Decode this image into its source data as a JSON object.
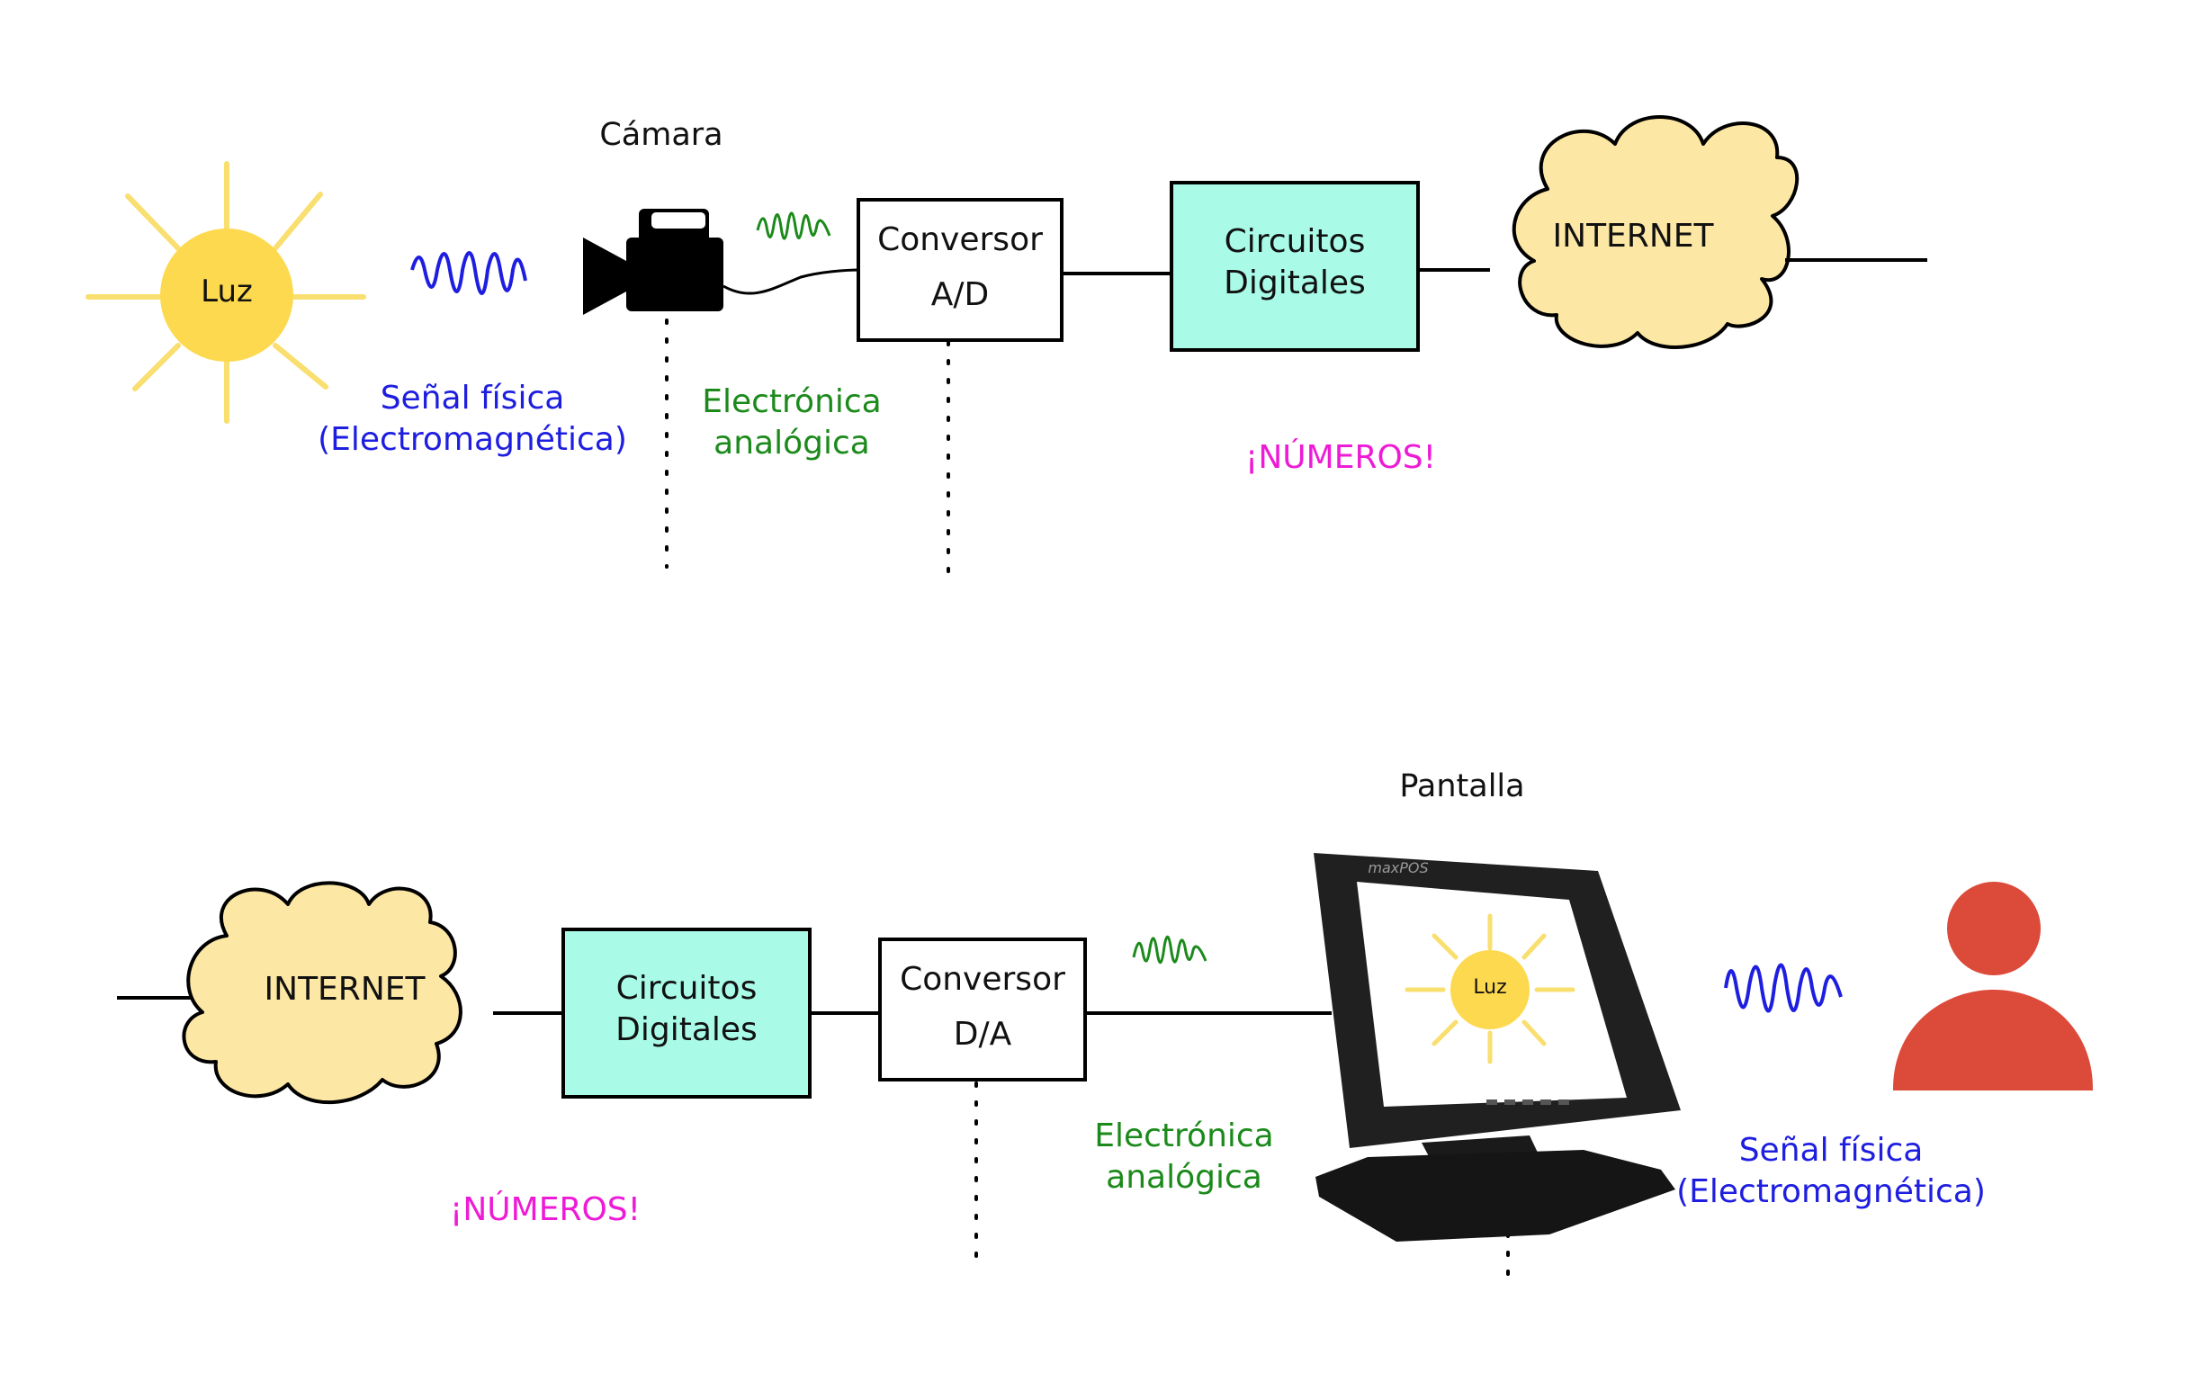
{
  "top_row": {
    "sun_label": "Luz",
    "camera_label": "Cámara",
    "signal_label": [
      "Señal física",
      "(Electromagnética)"
    ],
    "analog_label": [
      "Electrónica",
      "analógica"
    ],
    "converter_label": [
      "Conversor",
      "A/D"
    ],
    "digital_label": [
      "Circuitos",
      "Digitales"
    ],
    "numbers_label": "¡NÚMEROS!",
    "internet_label": "INTERNET"
  },
  "bottom_row": {
    "internet_label": "INTERNET",
    "digital_label": [
      "Circuitos",
      "Digitales"
    ],
    "converter_label": [
      "Conversor",
      "D/A"
    ],
    "numbers_label": "¡NÚMEROS!",
    "analog_label": [
      "Electrónica",
      "analógica"
    ],
    "display_label": "Pantalla",
    "monitor_brand": "maxPOS",
    "screen_sun_label": "Luz",
    "signal_label": [
      "Señal física",
      "(Electromagnética)"
    ]
  },
  "colors": {
    "sun": "#fdd94f",
    "sun_rays": "#f9df6f",
    "cloud": "#fde7a4",
    "digital_box": "#a9fbe8",
    "physical_signal": "#1e1ee0",
    "analog_signal": "#1b8a1b",
    "numbers": "#ee1bd6",
    "person": "#dc4a3a"
  },
  "icons": [
    "sun-icon",
    "camera-icon",
    "cloud-icon",
    "monitor-icon",
    "person-icon",
    "wave-icon"
  ]
}
